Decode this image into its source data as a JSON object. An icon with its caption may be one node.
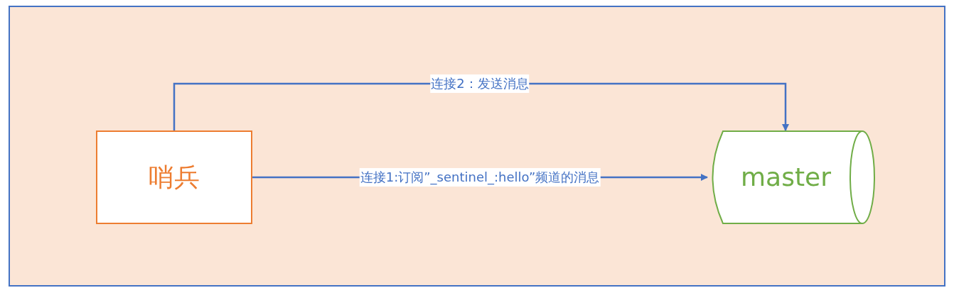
{
  "diagram": {
    "nodes": [
      {
        "text": [
          "哨兵"
        ]
      },
      {
        "text": [
          "master"
        ]
      }
    ],
    "edges": [
      {
        "from": 0,
        "to": 1,
        "arrow": "to",
        "label": "连接1:订阅”_sentinel_:hello”频道的消息"
      },
      {
        "from": 0,
        "to": 1,
        "arrow": "to",
        "label": "连接2：发送消息"
      }
    ]
  }
}
